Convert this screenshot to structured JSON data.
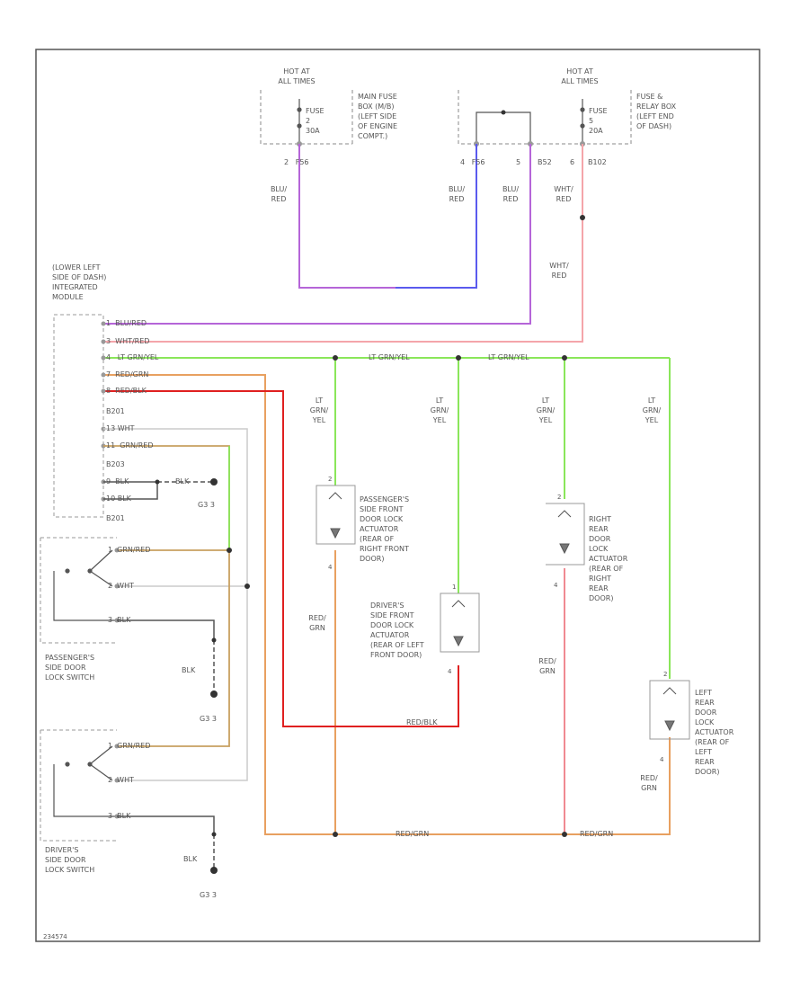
{
  "colors": {
    "violet": "#b565d8",
    "blue": "#5a5aee",
    "pink": "#f08a92",
    "lime": "#8ae65a",
    "orange": "#e8a060",
    "red": "#e02020",
    "tan": "#c8a060",
    "gray": "#888888",
    "dark": "#333333"
  },
  "fuses": {
    "left": {
      "hot": "HOT AT\nALL TIMES",
      "fuse": "FUSE\n2\n30A",
      "location": "MAIN FUSE\nBOX (M/B)\n(LEFT SIDE\nOF ENGINE\nCOMPT.)",
      "terminal": "2   F56",
      "wire": "BLU/\nRED"
    },
    "right": {
      "hot": "HOT AT\nALL TIMES",
      "fuse": "FUSE\n5\n20A",
      "location": "FUSE &\nRELAY BOX\n(LEFT END\nOF DASH)",
      "terminals": [
        "4   F56",
        "5",
        "B52",
        "6",
        "B102"
      ],
      "wire_blu_red_1": "BLU/\nRED",
      "wire_blu_red_2": "BLU/\nRED",
      "wire_wht_red": "WHT/\nRED",
      "wire_wht_red_2": "WHT/\nRED"
    }
  },
  "module": {
    "label": "(LOWER LEFT\nSIDE OF DASH)\nINTEGRATED\nMODULE",
    "pins": [
      "1  BLU/RED",
      "3  WHT/RED",
      "4   LT GRN/YEL",
      "7  RED/GRN",
      "8  RED/BLK",
      "B201",
      "13 WHT",
      "11  GRN/RED",
      "B203",
      "9  BLK",
      "10 BLK",
      "B201"
    ],
    "blk_label": "BLK",
    "ground": "G3 3"
  },
  "bus": {
    "lt_grn_yel_1": "LT GRN/YEL",
    "lt_grn_yel_2": "LT GRN/YEL"
  },
  "drops": [
    "LT\nGRN/\nYEL",
    "LT\nGRN/\nYEL",
    "LT\nGRN/\nYEL",
    "LT\nGRN/\nYEL"
  ],
  "actuators": {
    "pass_front": "PASSENGER'S\nSIDE FRONT\nDOOR LOCK\nACTUATOR\n(REAR OF\nRIGHT FRONT\nDOOR)",
    "driver_front": "DRIVER'S\nSIDE FRONT\nDOOR LOCK\nACTUATOR\n(REAR OF LEFT\nFRONT DOOR)",
    "right_rear": "RIGHT\nREAR\nDOOR\nLOCK\nACTUATOR\n(REAR OF\nRIGHT\nREAR\nDOOR)",
    "left_rear": "LEFT\nREAR\nDOOR\nLOCK\nACTUATOR\n(REAR OF\nLEFT\nREAR\nDOOR)"
  },
  "pins_small": {
    "pf_top": "2",
    "pf_bot": "4",
    "df_top": "1",
    "df_bot": "4",
    "rr_top": "2",
    "rr_bot": "4",
    "lr_top": "2",
    "lr_bot": "4"
  },
  "wires": {
    "red_grn_1": "RED/\nGRN",
    "red_grn_2": "RED/\nGRN",
    "red_grn_3": "RED/\nGRN",
    "red_blk": "RED/BLK",
    "red_grn_h1": "RED/GRN",
    "red_grn_h2": "RED/GRN"
  },
  "switches": {
    "passenger": {
      "label": "PASSENGER'S\nSIDE DOOR\nLOCK SWITCH",
      "pins": [
        "1  GRN/RED",
        "2  WHT",
        "3  BLK"
      ],
      "blk": "BLK",
      "ground": "G3 3"
    },
    "driver": {
      "label": "DRIVER'S\nSIDE DOOR\nLOCK SWITCH",
      "pins": [
        "1  GRN/RED",
        "2  WHT",
        "3  BLK"
      ],
      "blk": "BLK",
      "ground": "G3 3"
    }
  },
  "footer": "234574"
}
